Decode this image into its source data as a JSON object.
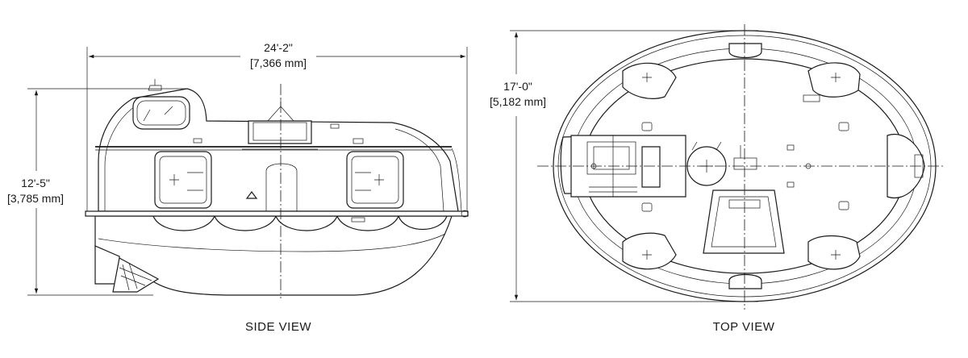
{
  "side_view": {
    "length_imperial": "24'-2\"",
    "length_metric": "[7,366 mm]",
    "height_imperial": "12'-5\"",
    "height_metric": "[3,785 mm]",
    "caption": "SIDE VIEW"
  },
  "top_view": {
    "width_imperial": "17'-0\"",
    "width_metric": "[5,182 mm]",
    "caption": "TOP VIEW"
  },
  "colors": {
    "line": "#1a1a1a",
    "background": "#ffffff"
  }
}
